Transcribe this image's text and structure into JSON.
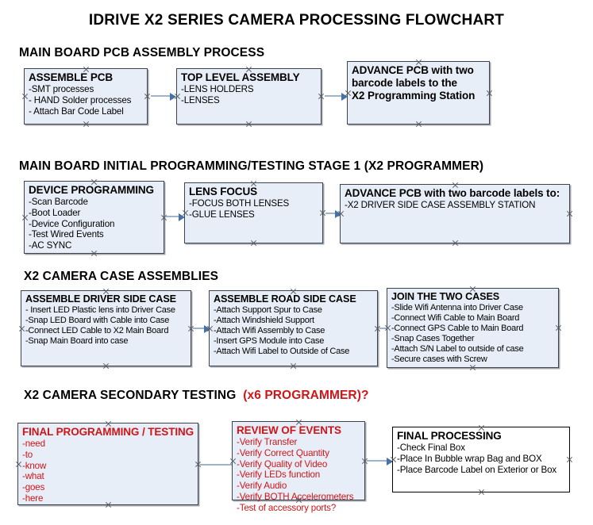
{
  "document": {
    "title": "IDRIVE X2  SERIES CAMERA PROCESSING FLOWCHART"
  },
  "colors": {
    "box_fill": "#e8eef7",
    "box_border": "#3d4450",
    "accent_red": "#d01418",
    "arrow": "#9db4cc",
    "arrow_head": "#4472a8"
  },
  "sections": [
    {
      "id": "main-board-pcb-assembly-process",
      "heading": "MAIN BOARD PCB ASSEMBLY PROCESS",
      "heading_accent": "",
      "boxes": [
        {
          "id": "assemble-pcb",
          "title": "ASSEMBLE PCB",
          "lines": [
            "-SMT processes",
            "- HAND Solder processes",
            "- Attach Bar Code Label"
          ]
        },
        {
          "id": "top-level-assembly",
          "title": "TOP LEVEL ASSEMBLY",
          "lines": [
            "-LENS HOLDERS",
            "-LENSES"
          ]
        },
        {
          "id": "advance-pcb-to-x2-programming-station",
          "title": "ADVANCE PCB with two",
          "lines": [
            "barcode labels to the",
            " X2 Programming Station"
          ],
          "all_bold": true
        }
      ]
    },
    {
      "id": "main-board-initial-programming-testing-stage-1",
      "heading": "MAIN BOARD INITIAL PROGRAMMING/TESTING STAGE 1 (X2 PROGRAMMER)",
      "heading_accent": "",
      "boxes": [
        {
          "id": "device-programming",
          "title": "DEVICE PROGRAMMING",
          "lines": [
            "-Scan Barcode",
            "-Boot Loader",
            "-Device Configuration",
            "-Test Wired Events",
            "-AC SYNC"
          ]
        },
        {
          "id": "lens-focus",
          "title": "LENS FOCUS",
          "lines": [
            "-FOCUS BOTH LENSES",
            "-GLUE LENSES"
          ]
        },
        {
          "id": "advance-pcb-to-driver-side-case-assembly",
          "title": "ADVANCE PCB with two barcode labels to:",
          "lines": [
            "-X2 DRIVER  SIDE  CASE  ASSEMBLY STATION"
          ]
        }
      ]
    },
    {
      "id": "x2-camera-case-assemblies",
      "heading": "X2 CAMERA CASE ASSEMBLIES",
      "heading_accent": "",
      "boxes": [
        {
          "id": "assemble-driver-side-case",
          "title": "ASSEMBLE DRIVER SIDE CASE",
          "lines": [
            "- Insert LED Plastic lens into Driver Case",
            "-Snap LED Board with Cable into Case",
            "-Connect LED Cable to X2 Main Board",
            "-Snap Main Board into case"
          ]
        },
        {
          "id": "assemble-road-side-case",
          "title": "ASSEMBLE ROAD SIDE CASE",
          "lines": [
            "-Attach Support Spur to Case",
            "-Attach Windshield Support",
            "-Attach Wifi Assembly to Case",
            "-Insert GPS Module into Case",
            "-Attach Wifi Label to Outside of Case"
          ]
        },
        {
          "id": "join-the-two-cases",
          "title": "JOIN THE TWO CASES",
          "lines": [
            "-Slide Wifi Antenna into Driver Case",
            "-Connect Wifi Cable to Main Board",
            "-Connect GPS Cable to Main Board",
            "-Snap Cases Together",
            "-Attach S/N Label to outside of case",
            "-Secure cases with Screw"
          ]
        }
      ]
    },
    {
      "id": "x2-camera-secondary-testing",
      "heading": "X2 CAMERA SECONDARY TESTING",
      "heading_accent": "(x6 PROGRAMMER)?",
      "boxes": [
        {
          "id": "final-programming-testing",
          "title": "FINAL PROGRAMMING / TESTING",
          "color": "red",
          "lines": [
            "-need",
            "-to",
            "-know",
            "-what",
            "-goes",
            "-here"
          ]
        },
        {
          "id": "review-of-events",
          "title": "REVIEW OF EVENTS",
          "color": "red",
          "lines": [
            "-Verify Transfer",
            "-Verify Correct Quantity",
            "-Verify Quality of Video",
            "-Verify LEDs function",
            "-Verify Audio",
            "-Verify BOTH Accelerometers",
            "-Test of accessory ports?"
          ]
        },
        {
          "id": "final-processing",
          "title": "FINAL PROCESSING",
          "lines": [
            " -Check Final Box",
            "-Place In Bubble wrap Bag and BOX",
            "-Place Barcode Label on Exterior or Box"
          ]
        }
      ]
    }
  ]
}
